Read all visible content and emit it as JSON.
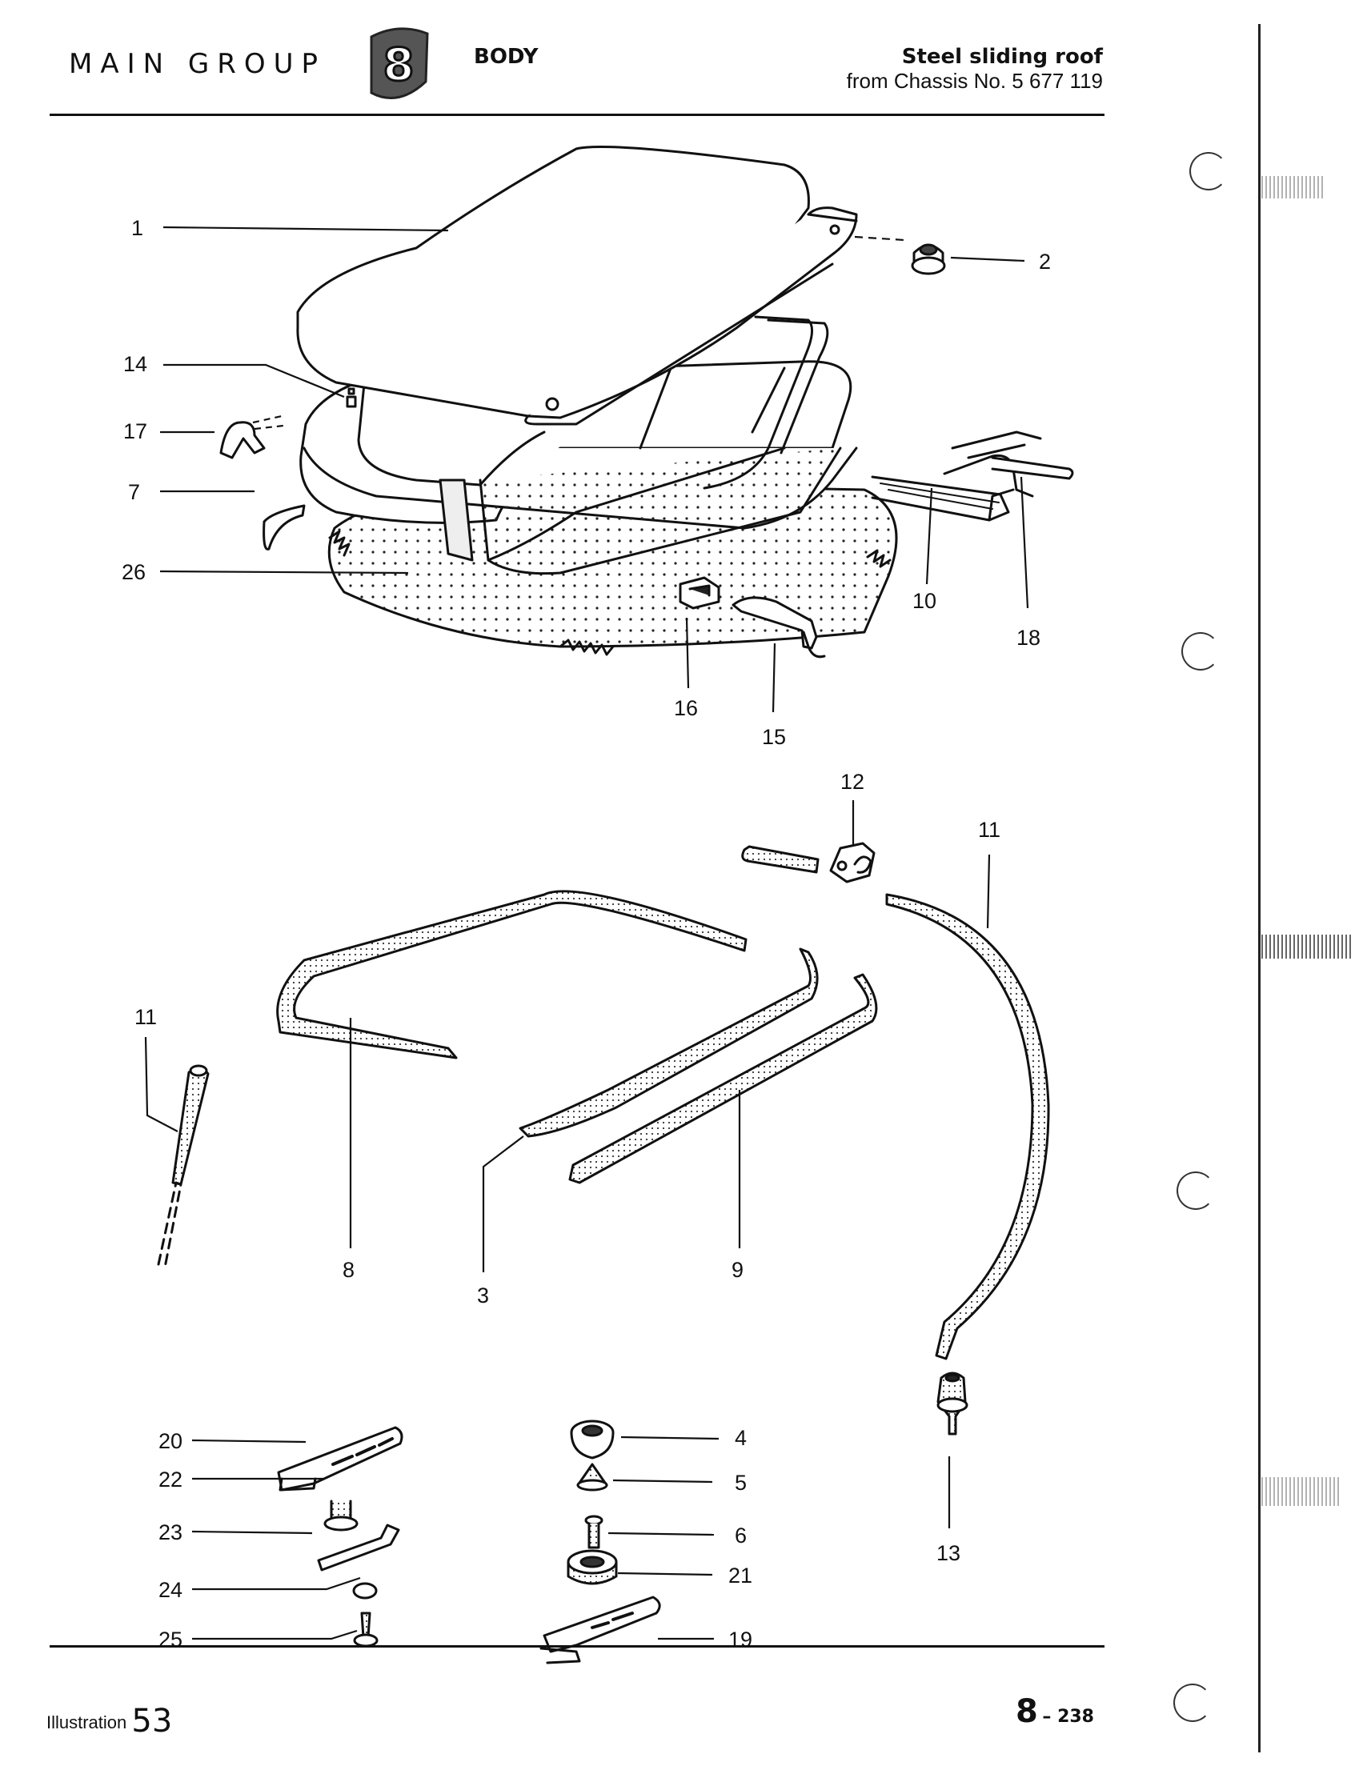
{
  "header": {
    "group_label": "MAIN GROUP",
    "group_number": "8",
    "section": "BODY",
    "title_line1": "Steel sliding roof",
    "title_line2": "from Chassis No. 5 677 119"
  },
  "footer": {
    "illustration_label": "Illustration",
    "illustration_number": "53",
    "page_group": "8",
    "page_number": "– 238"
  },
  "callouts": [
    "1",
    "2",
    "14",
    "17",
    "7",
    "26",
    "10",
    "18",
    "16",
    "15",
    "12",
    "11",
    "11",
    "8",
    "3",
    "9",
    "20",
    "22",
    "23",
    "24",
    "25",
    "4",
    "5",
    "6",
    "21",
    "19",
    "13"
  ]
}
